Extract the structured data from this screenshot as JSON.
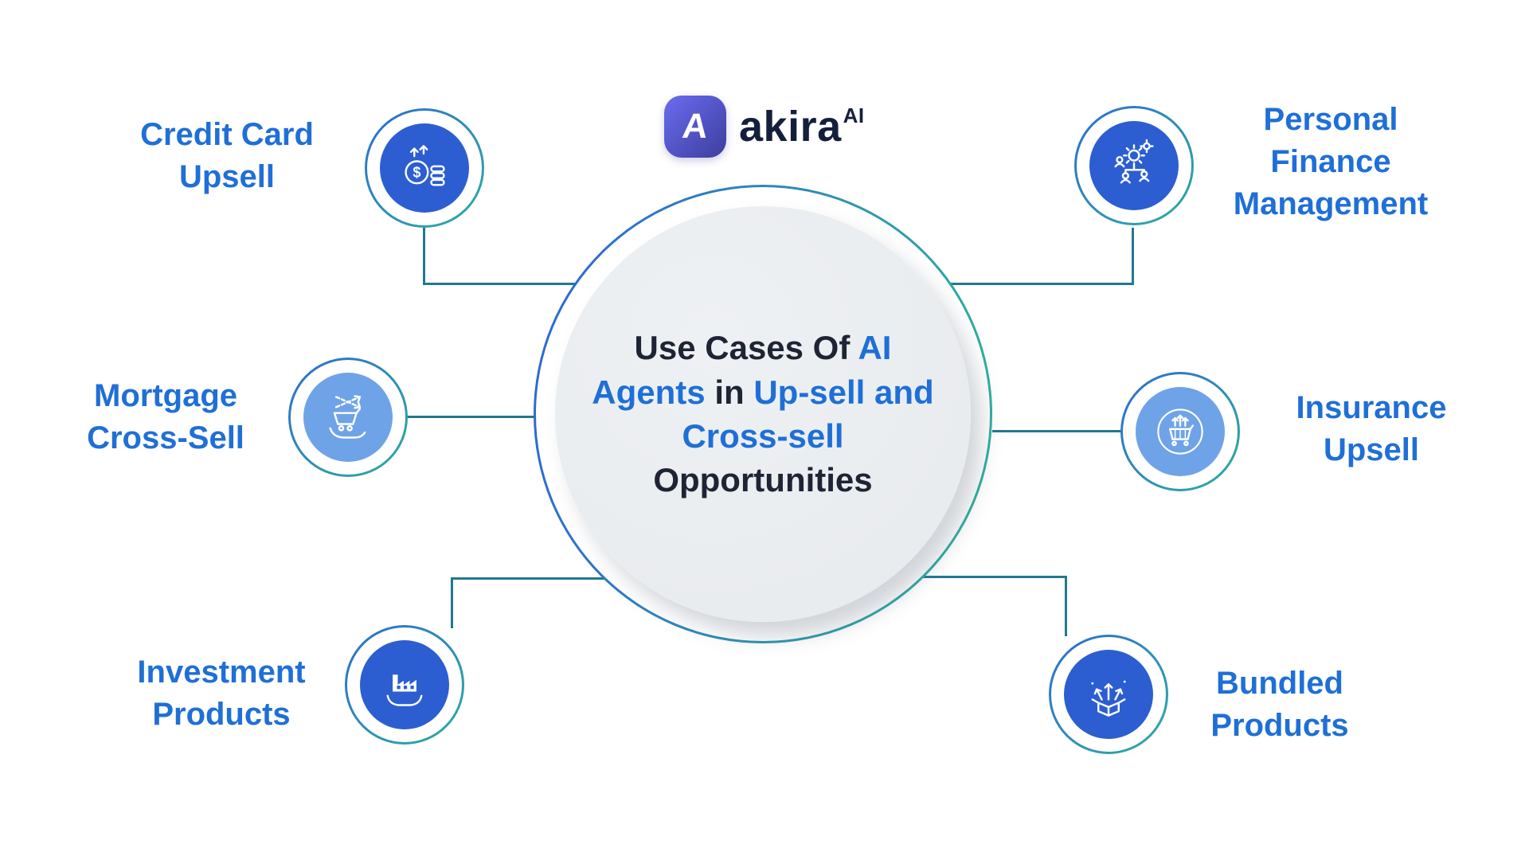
{
  "colors": {
    "accent": "#1f6fd6",
    "dark_text": "#1e2433",
    "circle_dark": "#2c5ed2",
    "circle_light": "#6fa3e8",
    "ring_from": "#2e6bd0",
    "ring_to": "#2fae9e",
    "connector": "#21798f",
    "center_fill": "#e9ecef",
    "logo_from": "#6a6cf0",
    "logo_to": "#3d3e9e"
  },
  "logo": {
    "mark": "A",
    "brand": "akira",
    "sup": "AI"
  },
  "title": {
    "l1a": "Use Cases Of ",
    "l1b": "AI",
    "l2a": "Agents",
    "l2b": " in ",
    "l2c": "Up-sell and",
    "l3": "Cross-sell",
    "l4": "Opportunities"
  },
  "nodes": [
    {
      "id": "credit-card-upsell",
      "lines": [
        "Credit Card",
        "Upsell"
      ],
      "icon": "coins-growth-icon",
      "circle": "dark"
    },
    {
      "id": "mortgage-cross-sell",
      "lines": [
        "Mortgage",
        "Cross-Sell"
      ],
      "icon": "cart-hand-icon",
      "circle": "light"
    },
    {
      "id": "investment-products",
      "lines": [
        "Investment",
        "Products"
      ],
      "icon": "factory-hands-icon",
      "circle": "dark"
    },
    {
      "id": "personal-finance-management",
      "lines": [
        "Personal",
        "Finance",
        "Management"
      ],
      "icon": "people-gears-icon",
      "circle": "dark"
    },
    {
      "id": "insurance-upsell",
      "lines": [
        "Insurance",
        "Upsell"
      ],
      "icon": "cart-up-icon",
      "circle": "light"
    },
    {
      "id": "bundled-products",
      "lines": [
        "Bundled",
        "Products"
      ],
      "icon": "box-arrows-icon",
      "circle": "dark"
    }
  ]
}
